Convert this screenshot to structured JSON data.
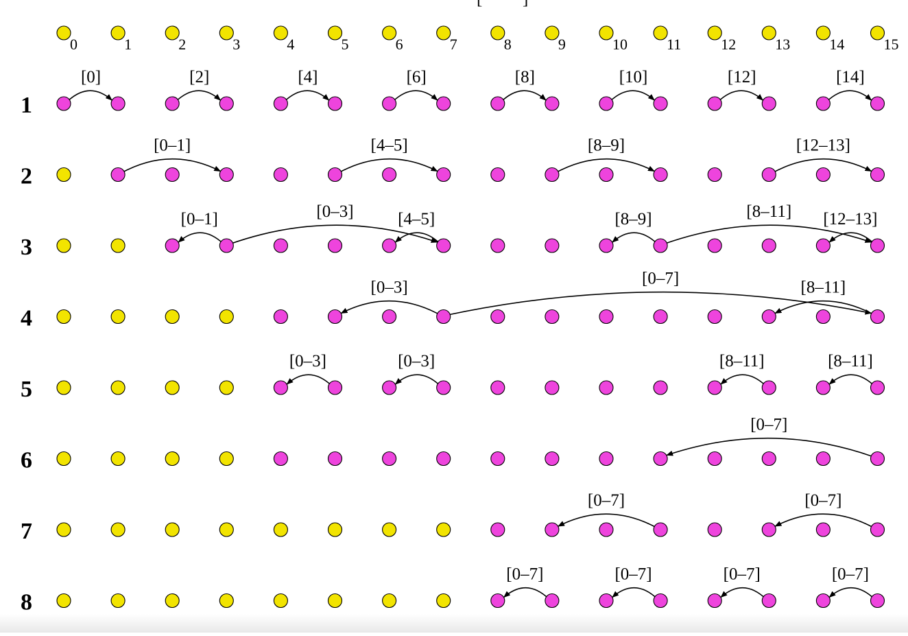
{
  "diagram": {
    "title_fragment": "[",
    "indices": [
      "0",
      "1",
      "2",
      "3",
      "4",
      "5",
      "6",
      "7",
      "8",
      "9",
      "10",
      "11",
      "12",
      "13",
      "14",
      "15"
    ],
    "colors": {
      "idle": "#f2e400",
      "active": "#ee44dd",
      "stroke": "#000000"
    },
    "rows": [
      {
        "label": "1",
        "active_from": 0,
        "edges": [
          {
            "from": 0,
            "to": 1,
            "label": "[0]"
          },
          {
            "from": 2,
            "to": 3,
            "label": "[2]"
          },
          {
            "from": 4,
            "to": 5,
            "label": "[4]"
          },
          {
            "from": 6,
            "to": 7,
            "label": "[6]"
          },
          {
            "from": 8,
            "to": 9,
            "label": "[8]"
          },
          {
            "from": 10,
            "to": 11,
            "label": "[10]"
          },
          {
            "from": 12,
            "to": 13,
            "label": "[12]"
          },
          {
            "from": 14,
            "to": 15,
            "label": "[14]"
          }
        ]
      },
      {
        "label": "2",
        "active_from": 1,
        "edges": [
          {
            "from": 1,
            "to": 3,
            "label": "[0–1]"
          },
          {
            "from": 5,
            "to": 7,
            "label": "[4–5]"
          },
          {
            "from": 9,
            "to": 11,
            "label": "[8–9]"
          },
          {
            "from": 13,
            "to": 15,
            "label": "[12–13]"
          }
        ]
      },
      {
        "label": "3",
        "active_from": 2,
        "edges": [
          {
            "from": 3,
            "to": 2,
            "label": "[0–1]"
          },
          {
            "from": 3,
            "to": 7,
            "label": "[0–3]"
          },
          {
            "from": 7,
            "to": 6,
            "label": "[4–5]"
          },
          {
            "from": 11,
            "to": 10,
            "label": "[8–9]"
          },
          {
            "from": 11,
            "to": 15,
            "label": "[8–11]"
          },
          {
            "from": 15,
            "to": 14,
            "label": "[12–13]"
          }
        ]
      },
      {
        "label": "4",
        "active_from": 4,
        "edges": [
          {
            "from": 7,
            "to": 5,
            "label": "[0–3]"
          },
          {
            "from": 7,
            "to": 15,
            "label": "[0–7]"
          },
          {
            "from": 15,
            "to": 13,
            "label": "[8–11]"
          }
        ]
      },
      {
        "label": "5",
        "active_from": 4,
        "edges": [
          {
            "from": 5,
            "to": 4,
            "label": "[0–3]"
          },
          {
            "from": 7,
            "to": 6,
            "label": "[0–3]"
          },
          {
            "from": 13,
            "to": 12,
            "label": "[8–11]"
          },
          {
            "from": 15,
            "to": 14,
            "label": "[8–11]"
          }
        ]
      },
      {
        "label": "6",
        "active_from": 4,
        "edges": [
          {
            "from": 15,
            "to": 11,
            "label": "[0–7]"
          }
        ]
      },
      {
        "label": "7",
        "active_from": 8,
        "edges": [
          {
            "from": 11,
            "to": 9,
            "label": "[0–7]"
          },
          {
            "from": 15,
            "to": 13,
            "label": "[0–7]"
          }
        ]
      },
      {
        "label": "8",
        "active_from": 8,
        "edges": [
          {
            "from": 9,
            "to": 8,
            "label": "[0–7]"
          },
          {
            "from": 11,
            "to": 10,
            "label": "[0–7]"
          },
          {
            "from": 13,
            "to": 12,
            "label": "[0–7]"
          },
          {
            "from": 15,
            "to": 14,
            "label": "[0–7]"
          }
        ]
      }
    ]
  }
}
